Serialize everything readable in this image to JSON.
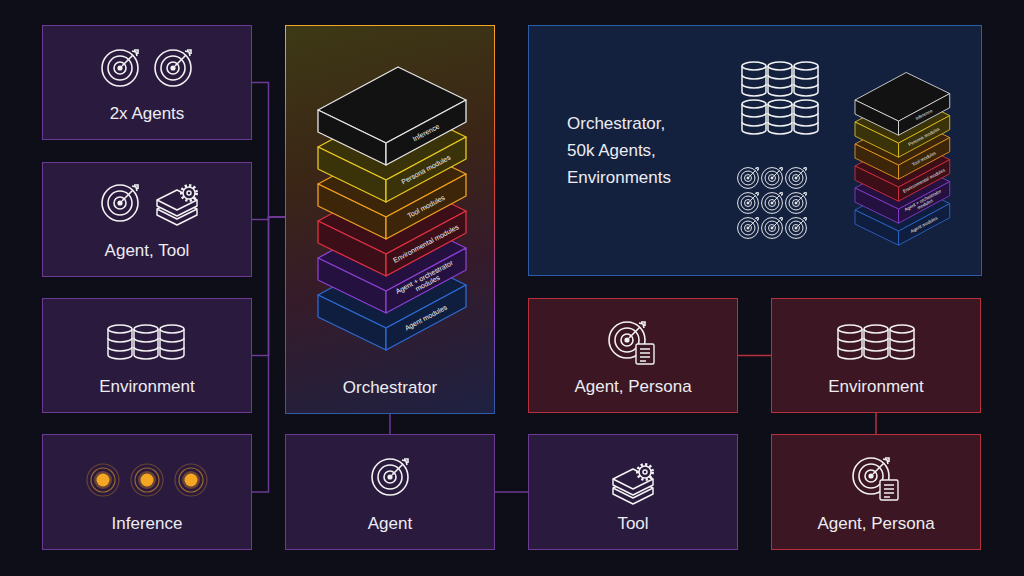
{
  "diagram": {
    "nodes": [
      {
        "text": [
          "2x Agents"
        ]
      },
      {
        "text": [
          "Orchestrator"
        ]
      },
      {
        "text": [
          "Orchestrator, 50k Agents, Environments"
        ]
      },
      {
        "text": [
          "Agent, Tool"
        ]
      },
      {
        "text": [
          "Environment"
        ]
      },
      {
        "text": [
          "Agent, Persona"
        ]
      },
      {
        "text": [
          "Environment"
        ]
      },
      {
        "text": [
          "Inference"
        ]
      },
      {
        "text": [
          "Agent"
        ]
      },
      {
        "text": [
          "Tool"
        ]
      },
      {
        "text": [
          "Agent, Persona"
        ]
      }
    ],
    "edges": [
      {
        "from": 0,
        "to": 1,
        "arrow": "none"
      },
      {
        "from": 3,
        "to": 1,
        "arrow": "none"
      },
      {
        "from": 4,
        "to": 1,
        "arrow": "none"
      },
      {
        "from": 7,
        "to": 1,
        "arrow": "none"
      },
      {
        "from": 1,
        "to": 8,
        "arrow": "none"
      },
      {
        "from": 8,
        "to": 9,
        "arrow": "none"
      },
      {
        "from": 5,
        "to": 6,
        "arrow": "none"
      },
      {
        "from": 6,
        "to": 10,
        "arrow": "none"
      }
    ],
    "labels": [
      "Inference",
      "Persona modules",
      "Tool modules",
      "Environmental modules",
      "Agent + orchestrator modules",
      "Agent modules",
      "Inference",
      "Persona modules",
      "Tool modules",
      "Environmental modules",
      "Agent + orchestrator modules",
      "Agent modules"
    ]
  }
}
